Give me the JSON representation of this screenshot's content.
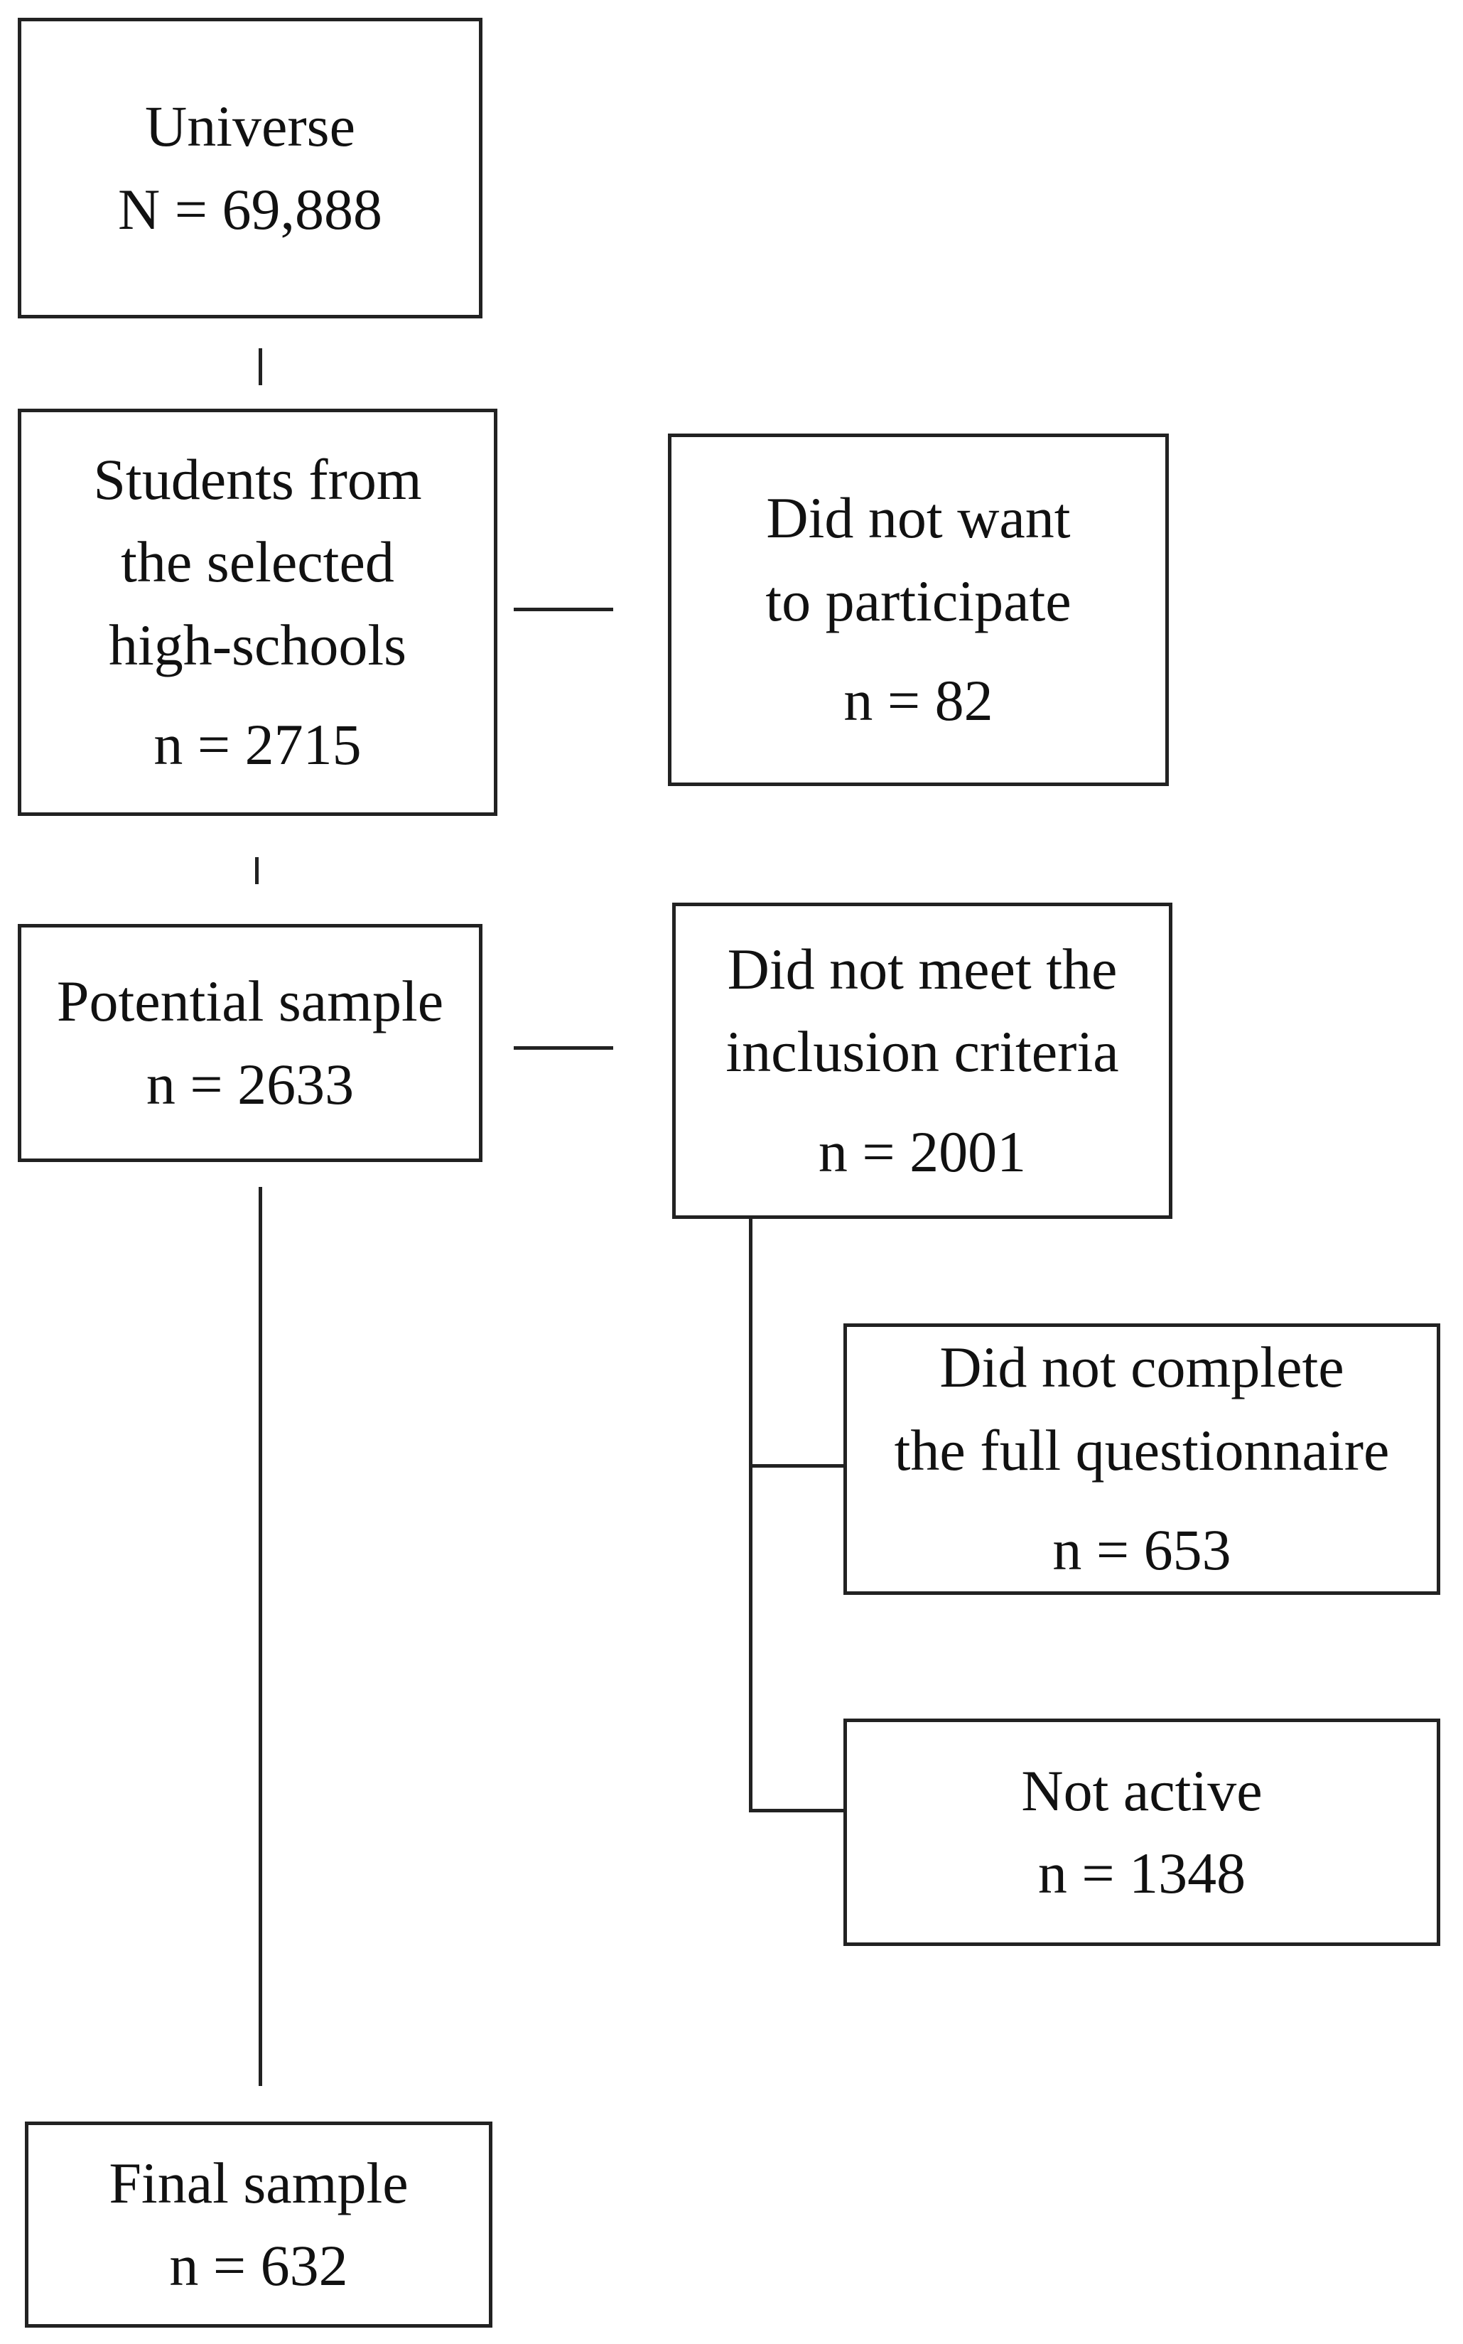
{
  "diagram": {
    "universe": {
      "lines": [
        "Universe",
        "N = 69,888"
      ]
    },
    "students": {
      "lines": [
        "Students from",
        "the selected",
        "high-schools"
      ],
      "count": "n = 2715"
    },
    "did_not_want": {
      "lines": [
        "Did not want",
        "to participate"
      ],
      "count": "n = 82"
    },
    "potential": {
      "lines": [
        "Potential sample",
        "n = 2633"
      ]
    },
    "did_not_meet": {
      "lines": [
        "Did not meet the",
        "inclusion criteria"
      ],
      "count": "n =  2001"
    },
    "did_not_complete": {
      "lines": [
        "Did not complete",
        "the full questionnaire"
      ],
      "count": "n =   653"
    },
    "not_active": {
      "lines": [
        "Not active",
        "n =  1348"
      ]
    },
    "final": {
      "lines": [
        "Final sample",
        "n = 632"
      ]
    }
  }
}
